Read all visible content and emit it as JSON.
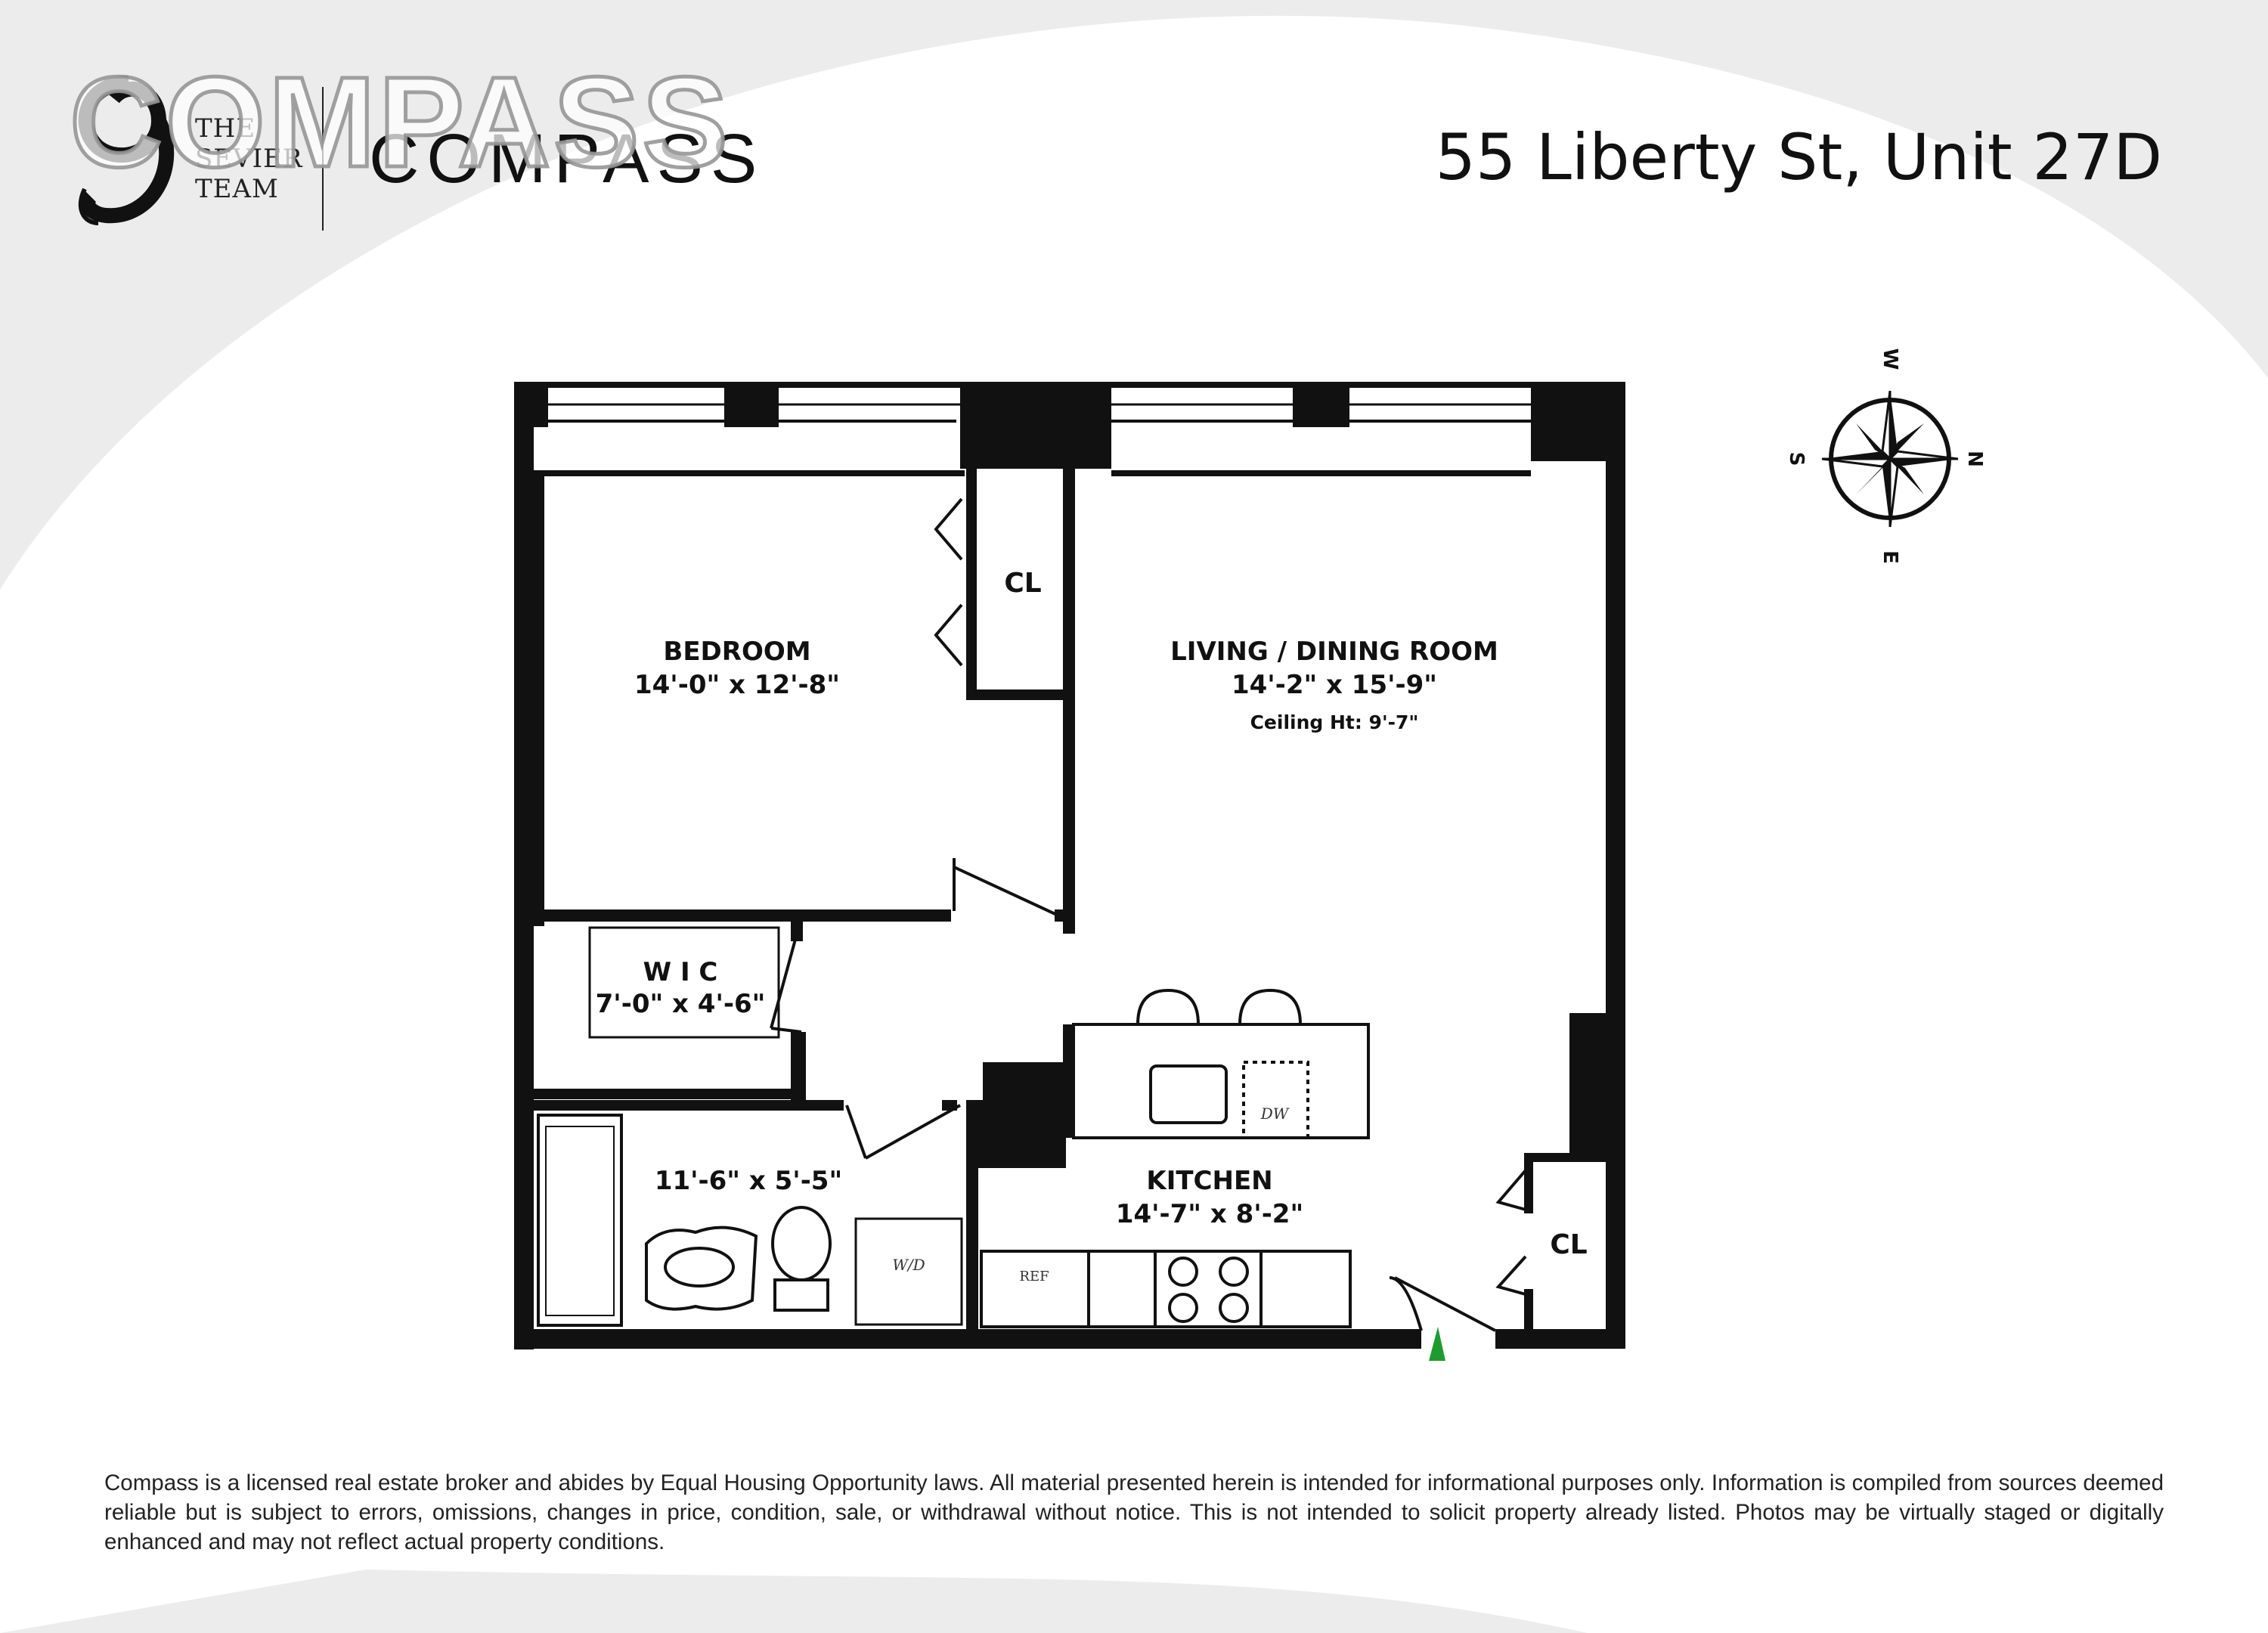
{
  "header": {
    "team_name_lines": [
      "THE",
      "SEVIER",
      "TEAM"
    ],
    "brand_logo": "COMPASS",
    "watermark_text": "COMPASS",
    "address": "55 Liberty St, Unit 27D"
  },
  "compass_rose": {
    "icon": "compass-rose-icon",
    "top_letter": "W",
    "right_letter": "N",
    "bottom_letter": "E",
    "left_letter": "S"
  },
  "rooms": {
    "bedroom": {
      "name": "BEDROOM",
      "dims": "14'-0\" x 12'-8\""
    },
    "bedroom_closet": {
      "name": "CL"
    },
    "living": {
      "name": "LIVING / DINING ROOM",
      "dims": "14'-2\" x 15'-9\"",
      "ceiling": "Ceiling Ht: 9'-7\""
    },
    "wic": {
      "name": "W I C",
      "dims": "7'-0\" x 4'-6\""
    },
    "bath": {
      "dims": "11'-6\" x 5'-5\""
    },
    "kitchen": {
      "name": "KITCHEN",
      "dims": "14'-7\" x 8'-2\""
    },
    "entry_closet": {
      "name": "CL"
    }
  },
  "fixtures": {
    "washer_dryer": "W/D",
    "refrigerator": "REF",
    "dishwasher": "DW"
  },
  "colors": {
    "wall": "#111111",
    "bg_swoosh": "#ececec",
    "entry_marker": "#1e9b2e"
  },
  "disclaimer": "Compass is a licensed real estate broker and abides by Equal Housing Opportunity laws. All material presented herein is intended for informational purposes only. Information is compiled from sources deemed reliable but is subject to errors, omissions, changes in price, condition, sale, or withdrawal without notice. This is not intended to solicit property already listed. Photos may be virtually staged or digitally enhanced and may not reflect actual property conditions."
}
